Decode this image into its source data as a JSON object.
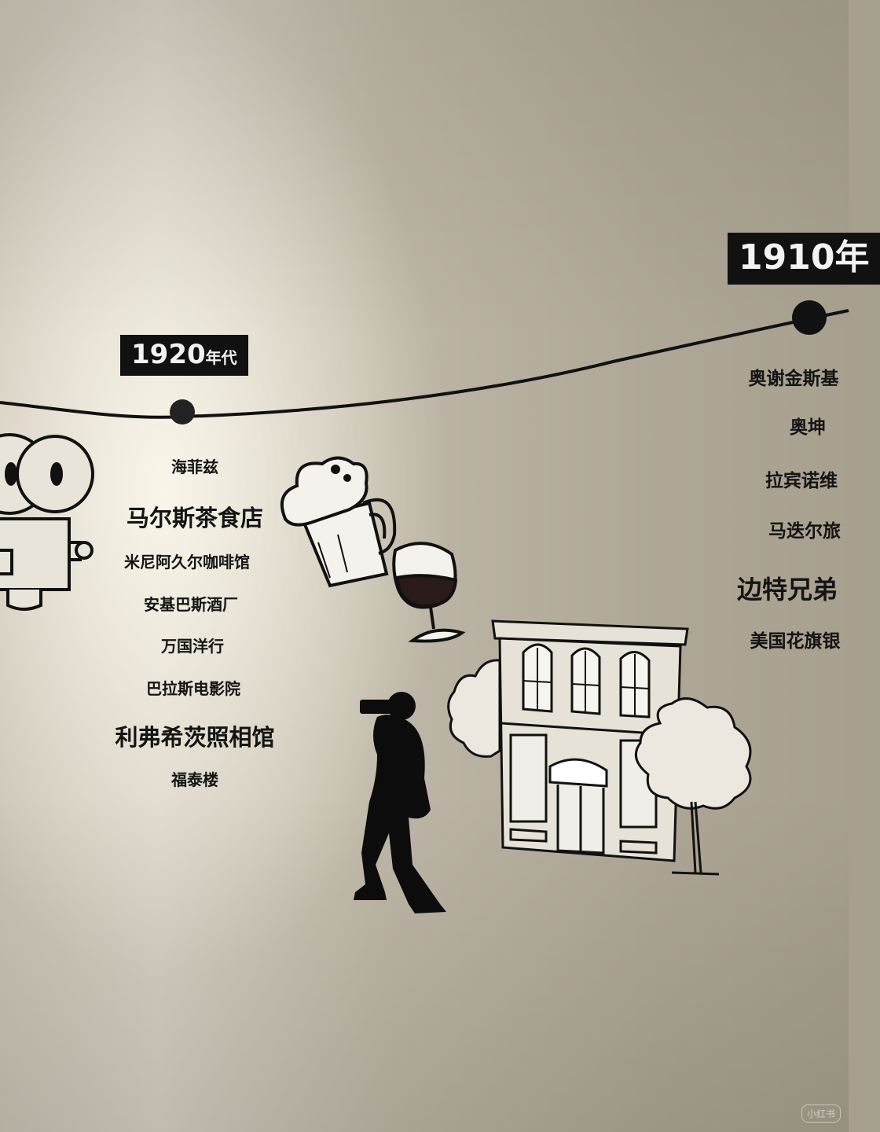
{
  "timeline": {
    "era_1920": {
      "year": "1920",
      "suffix": "年代",
      "items": [
        "海菲兹",
        "马尔斯茶食店",
        "米尼阿久尔咖啡馆",
        "安基巴斯酒厂",
        "万国洋行",
        "巴拉斯电影院",
        "利弗希茨照相馆",
        "福泰楼"
      ]
    },
    "era_1910": {
      "label": "1910年",
      "items": [
        "奥谢金斯基",
        "奥坤",
        "拉宾诺维",
        "马迭尔旅",
        "边特兄弟",
        "美国花旗银"
      ]
    }
  },
  "illustrations": [
    "film-projector-icon",
    "beer-mug-icon",
    "wine-glass-icon",
    "photographer-silhouette",
    "building-icon",
    "tree-icon"
  ],
  "colors": {
    "ink": "#111111",
    "wall": "#bdb6a6"
  },
  "watermark": "小红书"
}
